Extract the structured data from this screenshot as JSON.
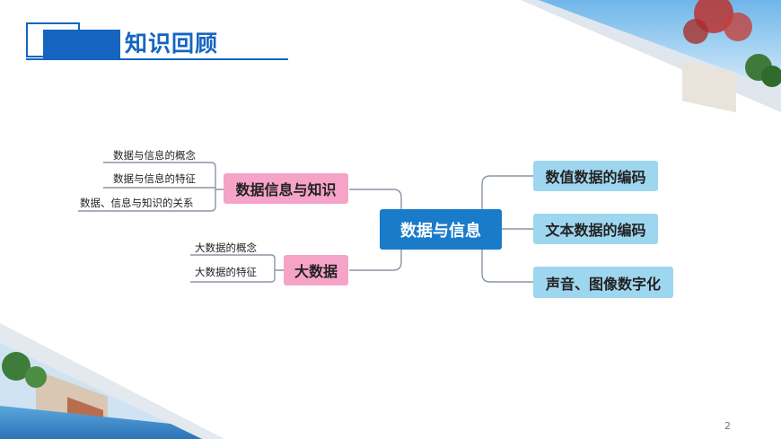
{
  "header": {
    "title": "知识回顾"
  },
  "mindmap": {
    "center": "数据与信息",
    "left": [
      {
        "label": "数据信息与知识",
        "children": [
          "数据与信息的概念",
          "数据与信息的特征",
          "数据、信息与知识的关系"
        ]
      },
      {
        "label": "大数据",
        "children": [
          "大数据的概念",
          "大数据的特征"
        ]
      }
    ],
    "right": [
      "数值数据的编码",
      "文本数据的编码",
      "声音、图像数字化"
    ]
  },
  "page_number": "2",
  "colors": {
    "accent": "#1565c0",
    "center_node": "#1a7bc9",
    "pink_node": "#f6a3c8",
    "blue_node": "#9fd6ef"
  }
}
